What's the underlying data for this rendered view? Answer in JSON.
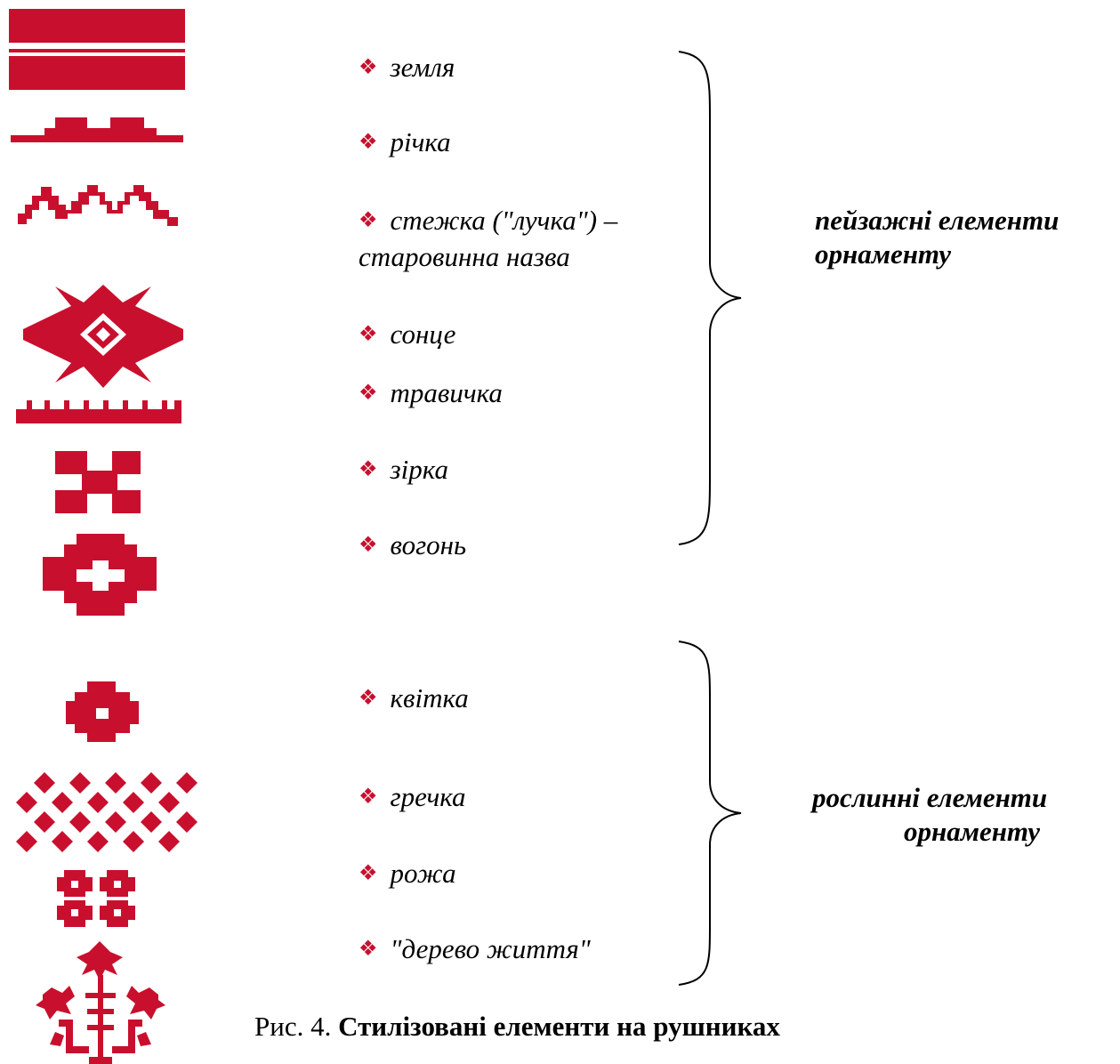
{
  "groups": [
    {
      "label_line1": "пейзажні елементи",
      "label_line2": "орнаменту",
      "items": [
        {
          "text": "земля"
        },
        {
          "text": "річка"
        },
        {
          "text": "стежка (\"лучка\") –",
          "text2": "старовинна назва"
        },
        {
          "text": "сонце"
        },
        {
          "text": "травичка"
        },
        {
          "text": "зірка"
        },
        {
          "text": "вогонь"
        }
      ]
    },
    {
      "label_line1": "рослинні елементи",
      "label_line2": "орнаменту",
      "items": [
        {
          "text": "квітка"
        },
        {
          "text": "гречка"
        },
        {
          "text": "рожа"
        },
        {
          "text": "\"дерево життя\""
        }
      ]
    }
  ],
  "bullet_glyph": "❖",
  "caption": {
    "prefix": "Рис. 4.",
    "title": "Стилізовані елементи на рушниках"
  },
  "colors": {
    "ornament_red": "#c8102e",
    "text": "#000000"
  },
  "icons": [
    "earth-stripes-motif",
    "river-motif",
    "path-motif",
    "sun-motif",
    "grass-motif",
    "star-motif",
    "fire-motif",
    "flower-motif",
    "buckwheat-motif",
    "rose-motif",
    "tree-of-life-motif"
  ]
}
